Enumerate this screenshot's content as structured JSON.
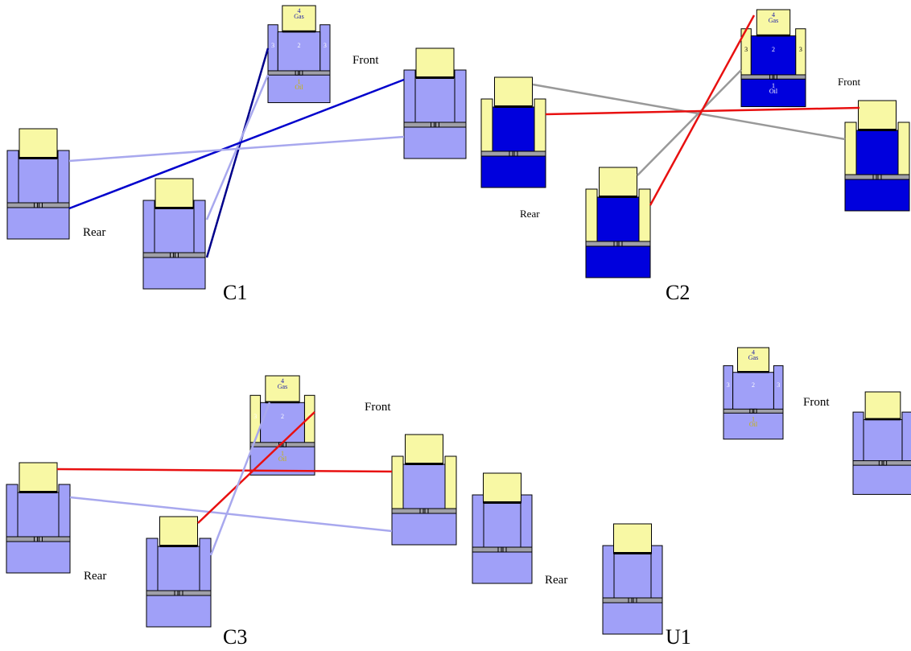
{
  "colors": {
    "light_fill": "#a0a0f8",
    "dark_fill": "#0000dd",
    "yellow": "#f8f8a4",
    "outline": "#000000",
    "plate": "#a0a0a8",
    "navy": "#00008b",
    "blue": "#0000cc",
    "light_line": "#a8a8ee",
    "red": "#e81010",
    "gray": "#999999",
    "label_light": "#ffffff",
    "label_blue": "#1a1aa8",
    "label_oil": "#c8b400"
  },
  "labels": {
    "front": "Front",
    "rear": "Rear",
    "c1": "C1",
    "c2": "C2",
    "c3": "C3",
    "u1": "U1"
  },
  "cell_labels": {
    "gas_num": "4",
    "gas": "Gas",
    "side_num": "3",
    "middle_num": "2",
    "oil_num": "1",
    "oil": "Oil"
  }
}
